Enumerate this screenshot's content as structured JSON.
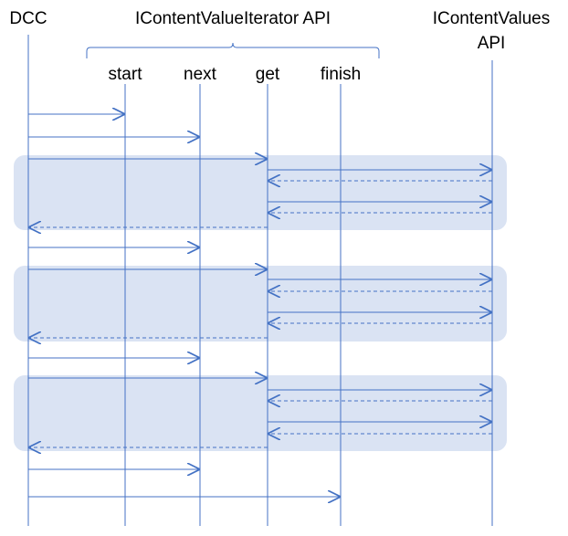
{
  "participants": {
    "dcc": "DCC",
    "start": "start",
    "next": "next",
    "get": "get",
    "finish": "finish",
    "values_line1": "IContentValues",
    "values_line2": "API"
  },
  "groups": {
    "iterator_api": "IContentValueIterator API"
  },
  "colors": {
    "line": "#4472C4",
    "block_fill": "#DAE3F3",
    "text": "#000000"
  }
}
